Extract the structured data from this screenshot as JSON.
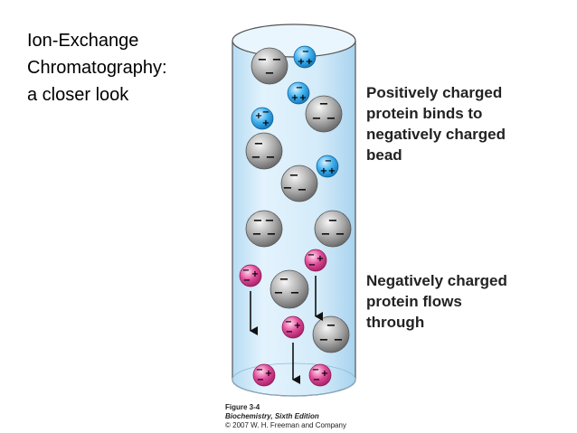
{
  "slide_title": [
    "Ion-Exchange",
    "Chromatography:",
    "a closer look"
  ],
  "labels": {
    "positive": [
      "Positively charged",
      "protein binds to",
      "negatively charged",
      "bead"
    ],
    "negative": [
      "Negatively charged",
      "protein flows",
      "through"
    ]
  },
  "caption": {
    "figure": "Figure 3-4",
    "book": "Biochemistry, Sixth Edition",
    "copyright": "© 2007 W. H. Freeman and Company"
  },
  "colors": {
    "column_fill": "#d6ecfa",
    "bead": "#8f8f8f",
    "positive_protein": "#1e9de0",
    "negative_protein": "#d9348a"
  }
}
